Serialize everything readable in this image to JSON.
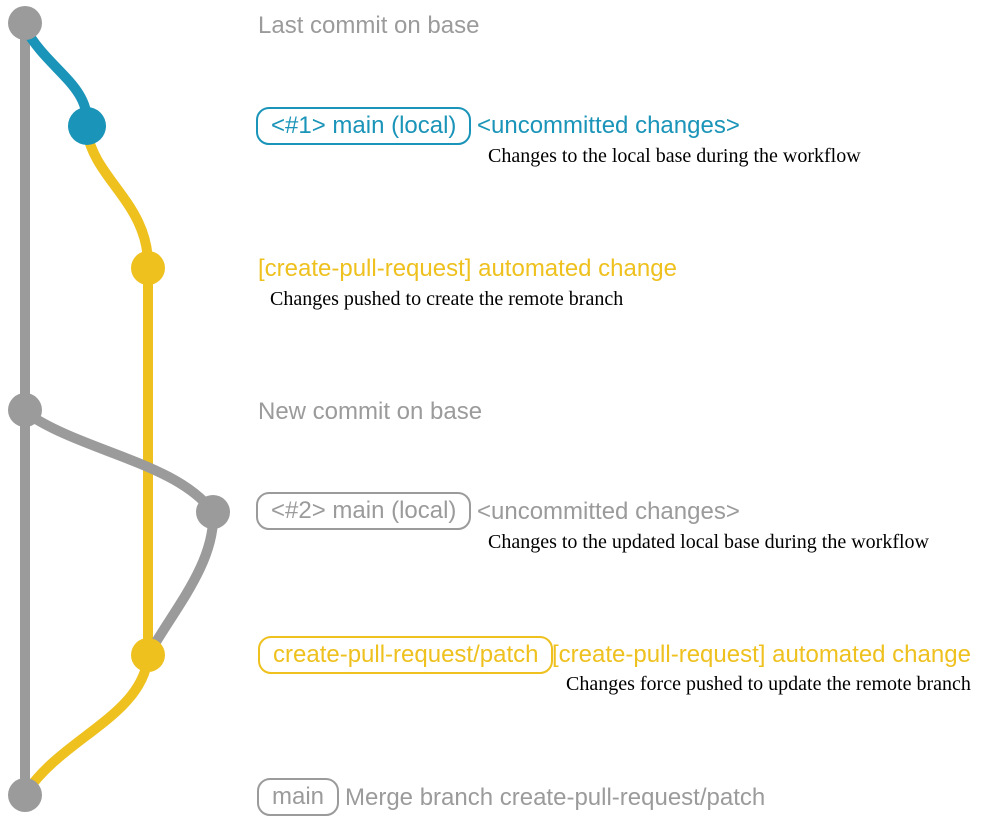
{
  "colors": {
    "gray": "#9b9b9b",
    "teal": "#1a94b8",
    "yellow": "#eec11f",
    "ink": "#000000"
  },
  "graph": {
    "nodes": [
      {
        "id": "last-commit-on-base",
        "color": "gray"
      },
      {
        "id": "main-local-1",
        "color": "teal"
      },
      {
        "id": "automated-change-1",
        "color": "yellow"
      },
      {
        "id": "new-commit-on-base",
        "color": "gray"
      },
      {
        "id": "main-local-2",
        "color": "gray"
      },
      {
        "id": "automated-change-2",
        "color": "yellow"
      },
      {
        "id": "merge-commit",
        "color": "gray"
      }
    ]
  },
  "annotations": {
    "last_commit": {
      "title": "Last commit on base"
    },
    "main_local_1": {
      "badge": "<#1> main (local)",
      "label": "<uncommitted changes>",
      "caption": "Changes to the local base during the workflow"
    },
    "automated_change_1": {
      "label": "[create-pull-request] automated change",
      "caption": "Changes pushed to create the remote branch"
    },
    "new_commit": {
      "title": "New commit on base"
    },
    "main_local_2": {
      "badge": "<#2> main (local)",
      "label": "<uncommitted changes>",
      "caption": "Changes to the updated local base during the workflow"
    },
    "automated_change_2": {
      "badge": "create-pull-request/patch",
      "label": "[create-pull-request] automated change",
      "caption": "Changes force pushed to update the remote branch"
    },
    "merge": {
      "badge": "main",
      "label": "Merge branch create-pull-request/patch"
    }
  }
}
